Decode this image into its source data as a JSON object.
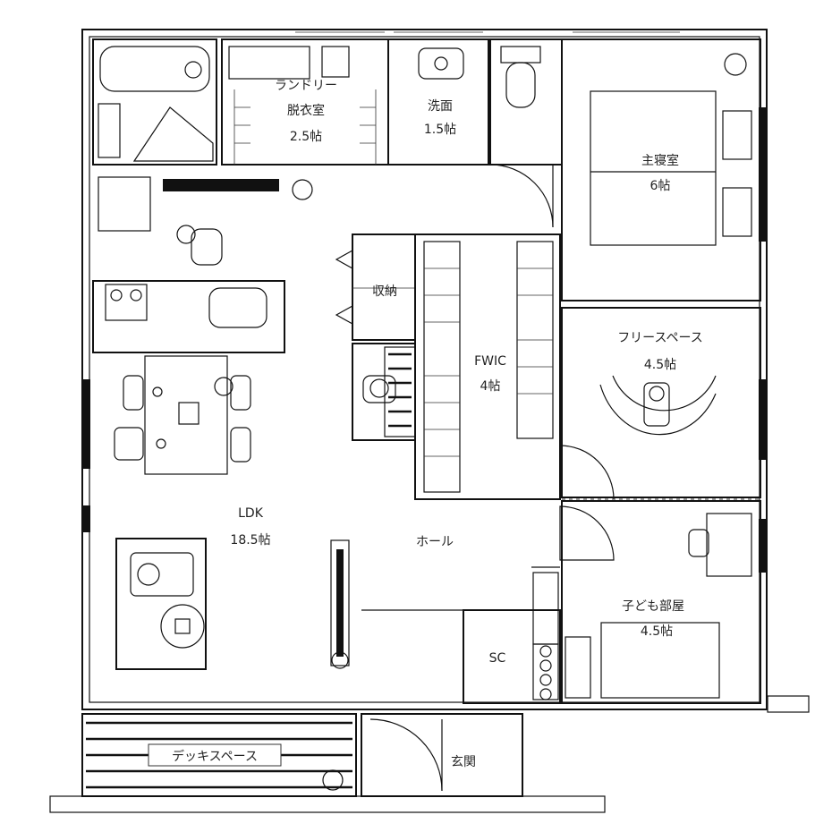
{
  "rooms": {
    "laundry": {
      "name": "ランドリー",
      "name2": "脱衣室",
      "size": "2.5帖"
    },
    "washroom": {
      "name": "洗面",
      "size": "1.5帖"
    },
    "master_bedroom": {
      "name": "主寝室",
      "size": "6帖"
    },
    "storage": {
      "name": "収納"
    },
    "fwic": {
      "name": "FWIC",
      "size": "4帖"
    },
    "free_space": {
      "name": "フリースペース",
      "size": "4.5帖"
    },
    "ldk": {
      "name": "LDK",
      "size": "18.5帖"
    },
    "hall": {
      "name": "ホール"
    },
    "kids_room": {
      "name": "子ども部屋",
      "size": "4.5帖"
    },
    "shoe_closet": {
      "name": "SC"
    },
    "entrance": {
      "name": "玄関"
    },
    "deck": {
      "name": "デッキスペース"
    }
  }
}
